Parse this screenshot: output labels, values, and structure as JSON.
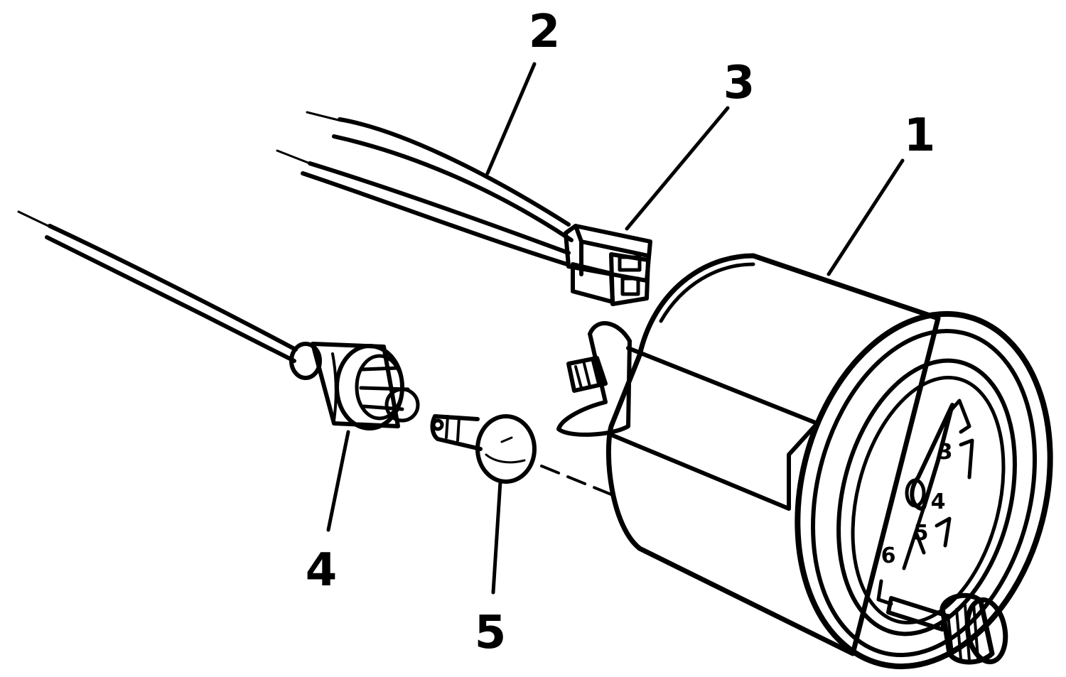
{
  "callouts": [
    {
      "id": "1",
      "label": "1"
    },
    {
      "id": "2",
      "label": "2"
    },
    {
      "id": "3",
      "label": "3"
    },
    {
      "id": "4",
      "label": "4"
    },
    {
      "id": "5",
      "label": "5"
    }
  ],
  "gauge_scale": [
    "3",
    "4",
    "5",
    "6"
  ],
  "colors": {
    "ink": "#000000",
    "paper": "#ffffff"
  }
}
